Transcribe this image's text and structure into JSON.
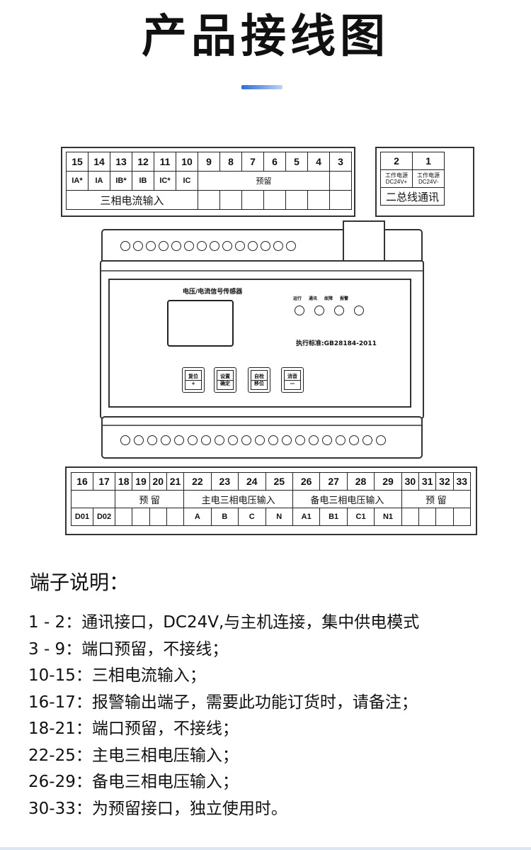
{
  "title": "产品接线图",
  "top_terminal": {
    "numbers": [
      "15",
      "14",
      "13",
      "12",
      "11",
      "10",
      "9",
      "8",
      "7",
      "6",
      "5",
      "4",
      "3"
    ],
    "signals": [
      "IA*",
      "IA",
      "IB*",
      "IB",
      "IC*",
      "IC"
    ],
    "reserved_label": "预留",
    "current_label": "三相电流输入"
  },
  "comm_terminal": {
    "numbers": [
      "2",
      "1"
    ],
    "power": [
      {
        "line1": "工作电源",
        "line2": "DC24V+"
      },
      {
        "line1": "工作电源",
        "line2": "DC24V-"
      }
    ],
    "label": "二总线通讯"
  },
  "device": {
    "name": "电压/电流信号传感器",
    "standard": "执行标准:GB28184-2011",
    "leds": [
      "运行",
      "通讯",
      "故障",
      "报警"
    ],
    "buttons": [
      {
        "line1": "复位",
        "line2": "+"
      },
      {
        "line1": "设置",
        "line2": "确定"
      },
      {
        "line1": "自检",
        "line2": "移位"
      },
      {
        "line1": "消音",
        "line2": "—"
      }
    ]
  },
  "bottom_terminal": {
    "numbers": [
      "16",
      "17",
      "18",
      "19",
      "20",
      "21",
      "22",
      "23",
      "24",
      "25",
      "26",
      "27",
      "28",
      "29",
      "30",
      "31",
      "32",
      "33"
    ],
    "groups": [
      "预 留",
      "主电三相电压输入",
      "备电三相电压输入",
      "预 留"
    ],
    "alarm_signals": [
      "D01",
      "D02"
    ],
    "main_signals": [
      "A",
      "B",
      "C",
      "N"
    ],
    "backup_signals": [
      "A1",
      "B1",
      "C1",
      "N1"
    ]
  },
  "description": {
    "heading": "端子说明：",
    "lines": [
      "1 - 2：通讯接口，DC24V,与主机连接，集中供电模式",
      "3 - 9：端口预留，不接线；",
      "10-15：三相电流输入；",
      "16-17：报警输出端子，需要此功能订货时，请备注；",
      "18-21：端口预留，不接线；",
      "22-25：主电三相电压输入；",
      "26-29：备电三相电压输入；",
      "30-33：为预留接口，独立使用时。"
    ]
  }
}
